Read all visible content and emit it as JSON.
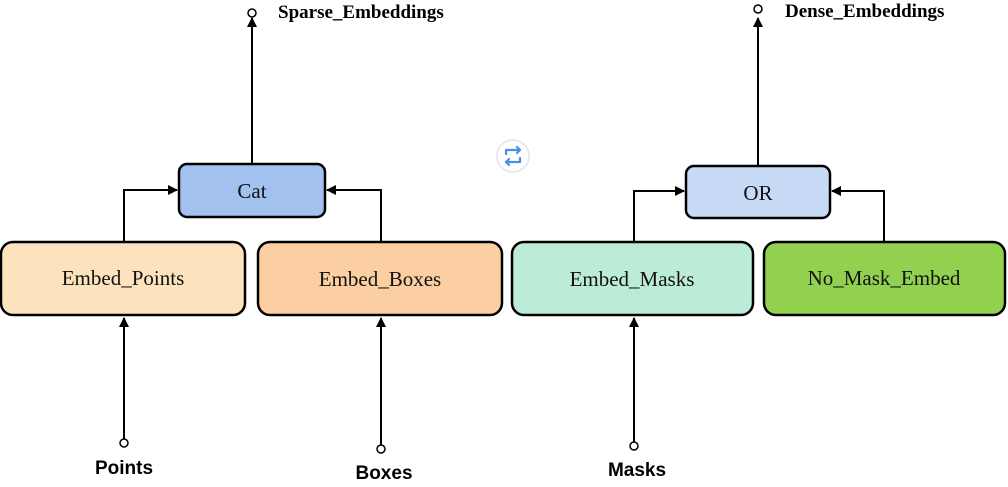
{
  "diagram": {
    "nodes": {
      "cat": {
        "label": "Cat",
        "fill": "#a3c1ee"
      },
      "embed_points": {
        "label": "Embed_Points",
        "fill": "#fde3bd"
      },
      "embed_boxes": {
        "label": "Embed_Boxes",
        "fill": "#fccfa3"
      },
      "or": {
        "label": "OR",
        "fill": "#c7dbf7"
      },
      "embed_masks": {
        "label": "Embed_Masks",
        "fill": "#bcebd8"
      },
      "no_mask_embed": {
        "label": "No_Mask_Embed",
        "fill": "#92d050"
      }
    },
    "inputs": {
      "points": "Points",
      "boxes": "Boxes",
      "masks": "Masks"
    },
    "outputs": {
      "sparse": "Sparse_Embeddings",
      "dense": "Dense_Embeddings"
    },
    "edges": [
      {
        "from": "points",
        "to": "embed_points"
      },
      {
        "from": "boxes",
        "to": "embed_boxes"
      },
      {
        "from": "masks",
        "to": "embed_masks"
      },
      {
        "from": "embed_points",
        "to": "cat"
      },
      {
        "from": "embed_boxes",
        "to": "cat"
      },
      {
        "from": "embed_masks",
        "to": "or"
      },
      {
        "from": "no_mask_embed",
        "to": "or"
      },
      {
        "from": "cat",
        "to": "sparse"
      },
      {
        "from": "or",
        "to": "dense"
      }
    ],
    "widget_icon": "swap-arrows-icon",
    "widget_color": "#4a8fe7"
  }
}
